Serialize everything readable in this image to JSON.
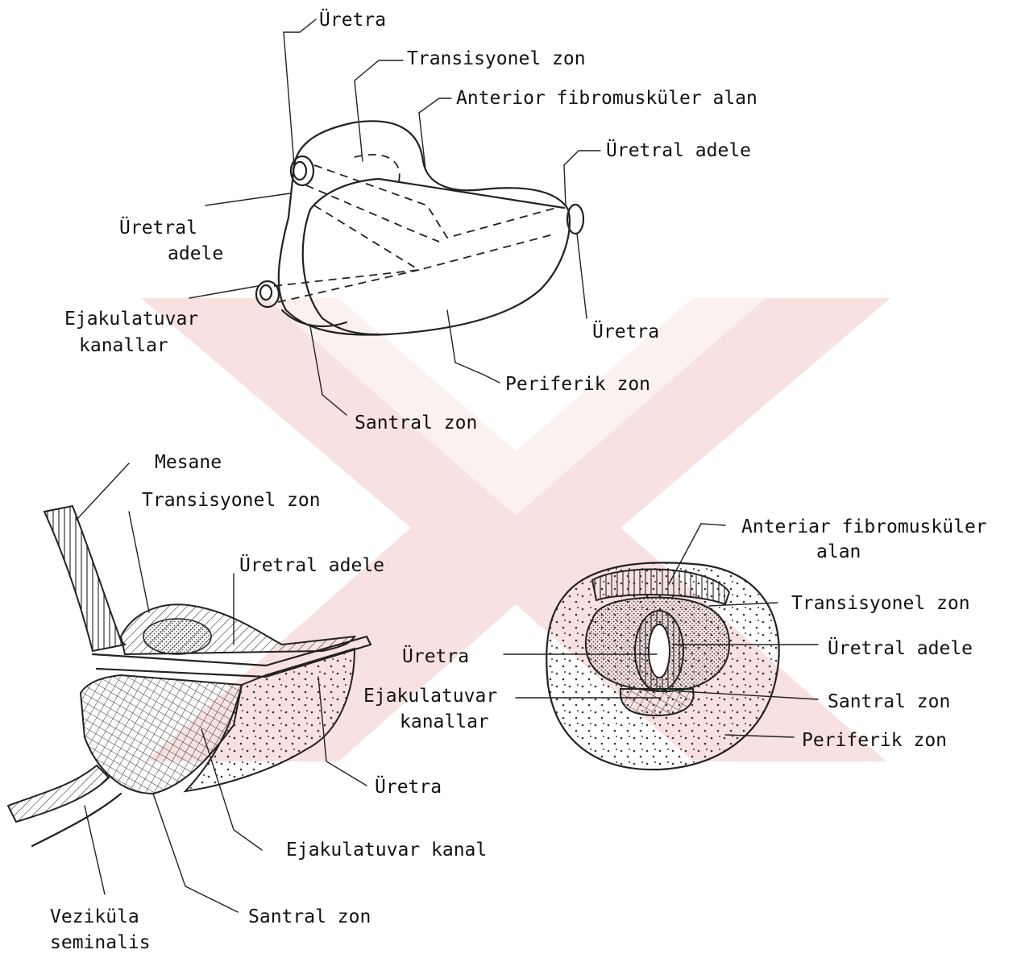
{
  "colors": {
    "ink": "#222222",
    "watermark": "#f6d4d4",
    "background": "#ffffff"
  },
  "watermark_icon": "yok-logo-x-icon",
  "top_diagram": {
    "uretra_top": "Üretra",
    "transisyonel": "Transisyonel zon",
    "anterior": "Anterior fibromusküler alan",
    "uretral_adele_right": "Üretral adele",
    "uretral_adele_left_1": "Üretral",
    "uretral_adele_left_2": "adele",
    "ejakulatuvar_1": "Ejakulatuvar",
    "ejakulatuvar_2": "kanallar",
    "uretra_right": "Üretra",
    "periferik": "Periferik zon",
    "santral": "Santral zon"
  },
  "sagittal_diagram": {
    "mesane": "Mesane",
    "transisyonel": "Transisyonel zon",
    "uretral_adele": "Üretral adele",
    "uretra": "Üretra",
    "ejakulatuvar_kanal": "Ejakulatuvar kanal",
    "vezikula_1": "Veziküla",
    "vezikula_2": "seminalis",
    "santral": "Santral zon"
  },
  "cross_section": {
    "anterior_1": "Anteriar fibromusküler",
    "anterior_2": "alan",
    "transisyonel": "Transisyonel zon",
    "uretra": "Üretra",
    "uretral_adele": "Üretral adele",
    "ejakulatuvar_1": "Ejakulatuvar",
    "ejakulatuvar_2": "kanallar",
    "santral": "Santral zon",
    "periferik": "Periferik zon"
  }
}
